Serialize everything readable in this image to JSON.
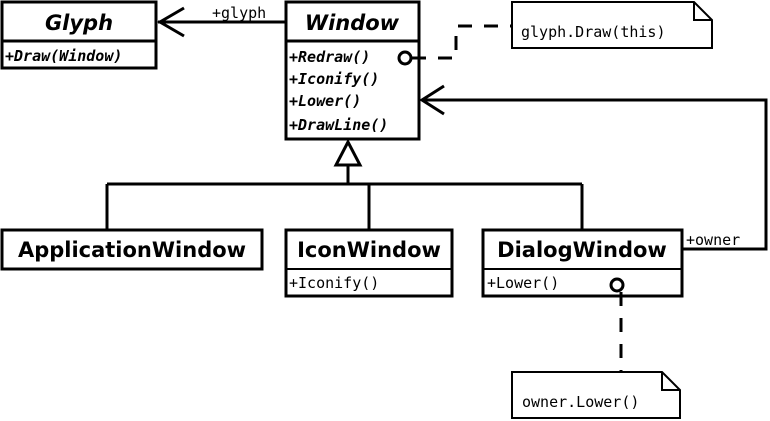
{
  "classes": {
    "glyph": {
      "name": "Glyph",
      "operations": [
        "+Draw(Window)"
      ]
    },
    "window": {
      "name": "Window",
      "operations": [
        "+Redraw()",
        "+Iconify()",
        "+Lower()",
        "+DrawLine()"
      ]
    },
    "application_window": {
      "name": "ApplicationWindow"
    },
    "icon_window": {
      "name": "IconWindow",
      "operations": [
        "+Iconify()"
      ]
    },
    "dialog_window": {
      "name": "DialogWindow",
      "operations": [
        "+Lower()"
      ]
    }
  },
  "associations": {
    "glyph_role": "+glyph",
    "owner_role": "+owner"
  },
  "notes": {
    "redraw_note": "glyph.Draw(this)",
    "lower_note": "owner.Lower()"
  }
}
